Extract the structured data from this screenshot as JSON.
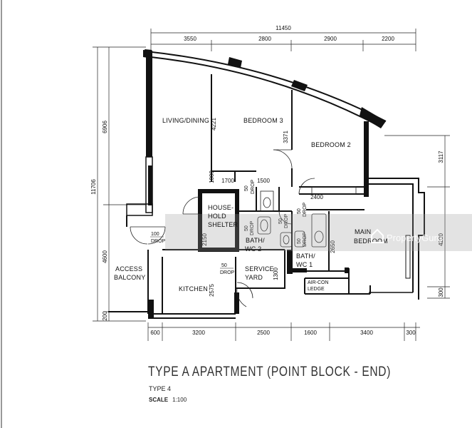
{
  "dimensions": {
    "top_total": "11450",
    "top": [
      "3550",
      "2800",
      "2900",
      "2200"
    ],
    "left_total": "11706",
    "left": [
      "6906",
      "4600",
      "200"
    ],
    "right": [
      "3117",
      "4200",
      "300"
    ],
    "bottom": [
      "600",
      "3200",
      "2500",
      "1600",
      "3400",
      "300"
    ],
    "inner": [
      "4221",
      "3371",
      "1000",
      "1700",
      "1500",
      "2400",
      "2650",
      "2575",
      "1300",
      "2150"
    ]
  },
  "rooms": {
    "living_dining": "LIVING/DINING",
    "bedroom3": "BEDROOM 3",
    "bedroom2": "BEDROOM 2",
    "household_shelter": [
      "HOUSE-",
      "HOLD",
      "SHELTER"
    ],
    "main_bedroom": [
      "MAIN",
      "BEDROOM"
    ],
    "bath_wc2": [
      "BATH/",
      "WC 2"
    ],
    "bath_wc1": [
      "BATH/",
      "WC 1"
    ],
    "service_yard": [
      "SERVICE",
      "YARD"
    ],
    "kitchen": "KITCHEN",
    "access_balcony": [
      "ACCESS",
      "BALCONY"
    ],
    "aircon_ledge": [
      "AIR-CON",
      "LEDGE"
    ]
  },
  "drops": {
    "d100": [
      "100",
      "DROP"
    ],
    "d50a": [
      "50",
      "DROP"
    ],
    "d50b": [
      "50",
      "DROP"
    ],
    "d50c": [
      "50",
      "DROP"
    ],
    "d50d": [
      "50",
      "DROP"
    ],
    "d50e": [
      "50",
      "DROP"
    ],
    "d50f": [
      "50",
      "DROP"
    ]
  },
  "watermark": "PropertyGuru",
  "title": "TYPE A APARTMENT (POINT BLOCK - END)",
  "type_label": "TYPE 4",
  "scale_label": "SCALE",
  "scale_value": "1:100"
}
